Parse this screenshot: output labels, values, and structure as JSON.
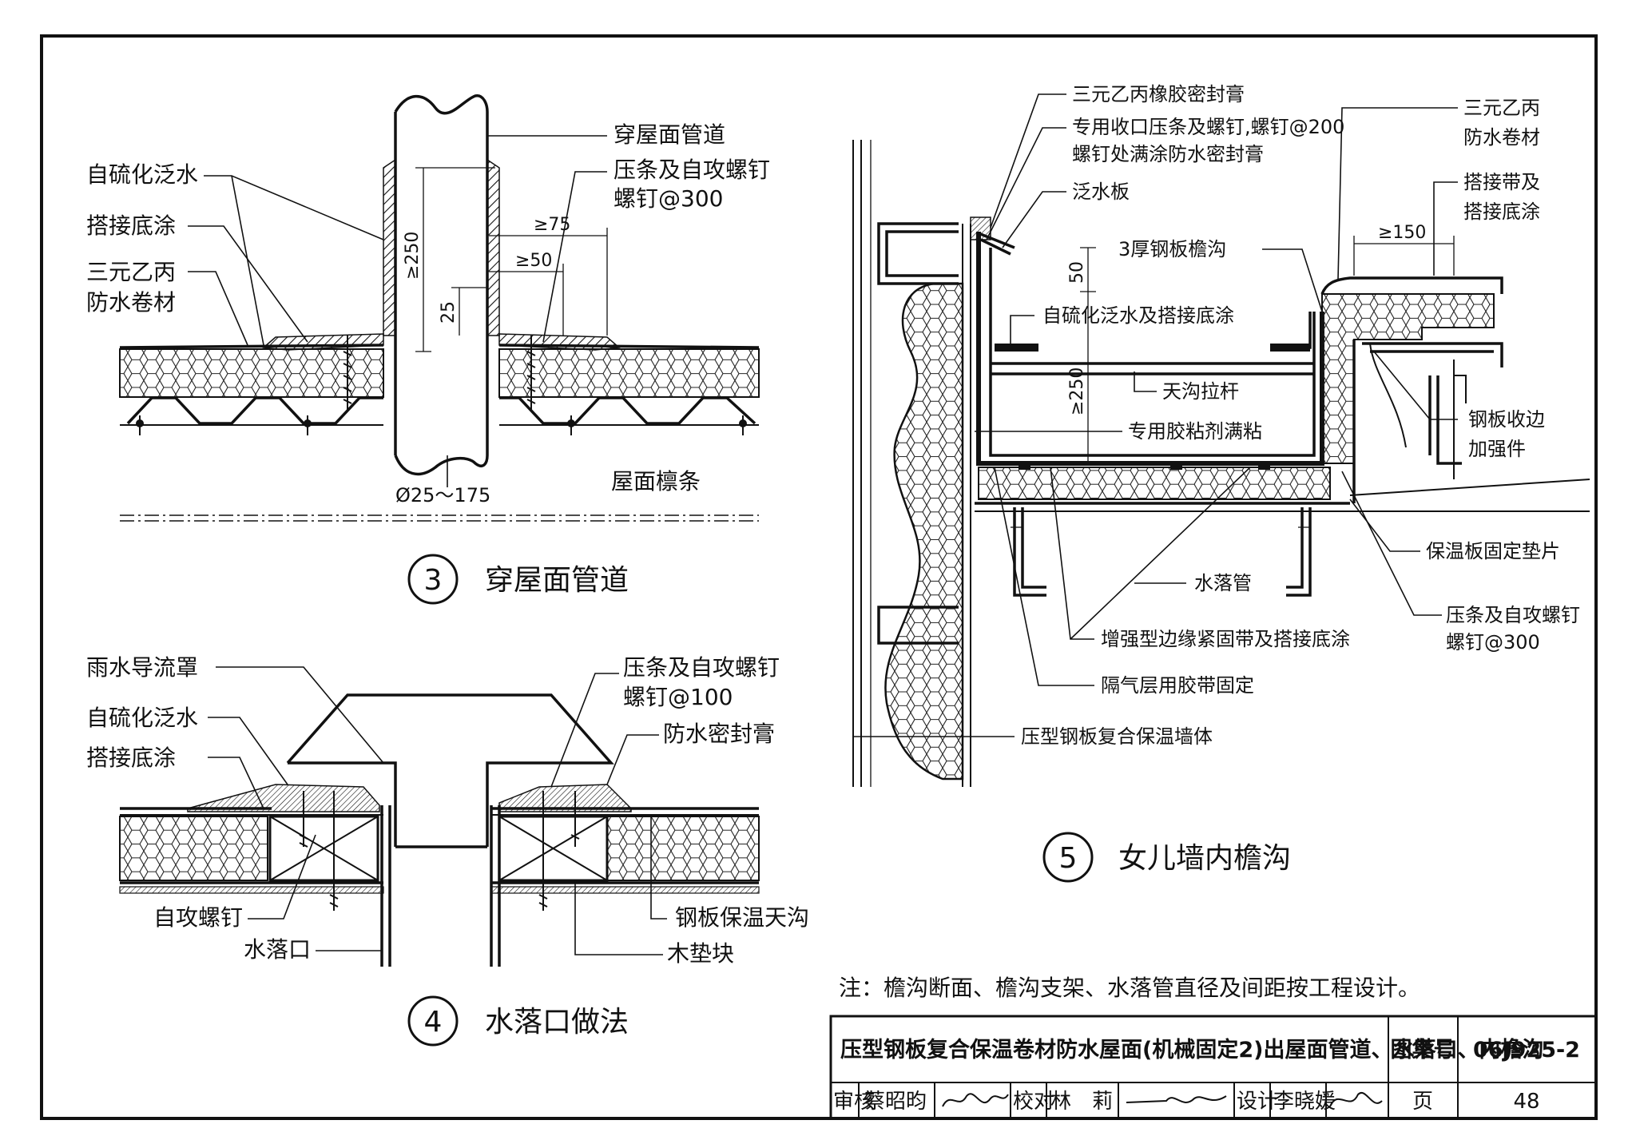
{
  "detail3": {
    "circle_no": "3",
    "title": "穿屋面管道",
    "labels": {
      "pipe": "穿屋面管道",
      "flashing": "自硫化泛水",
      "primer": "搭接底涂",
      "membrane_1": "三元乙丙",
      "membrane_2": "防水卷材",
      "bar_1": "压条及自攻螺钉",
      "bar_2": "螺钉@300",
      "purlin": "屋面檩条",
      "diameter": "Ø25～175"
    },
    "dims": {
      "d250": "≥250",
      "d25": "25",
      "d75": "≥75",
      "d50": "≥50"
    }
  },
  "detail4": {
    "circle_no": "4",
    "title": "水落口做法",
    "labels": {
      "cover": "雨水导流罩",
      "flashing": "自硫化泛水",
      "primer": "搭接底涂",
      "bar_1": "压条及自攻螺钉",
      "bar_2": "螺钉@100",
      "sealant": "防水密封膏",
      "screw": "自攻螺钉",
      "outlet": "水落口",
      "gutter": "钢板保温天沟",
      "block": "木垫块"
    }
  },
  "detail5": {
    "circle_no": "5",
    "title": "女儿墙内檐沟",
    "labels": {
      "epdm_sealant": "三元乙丙橡胶密封膏",
      "strip_1": "专用收口压条及螺钉,螺钉@200",
      "strip_2": "螺钉处满涂防水密封膏",
      "flashing_board": "泛水板",
      "gutter_3mm": "3厚钢板檐沟",
      "flashing_primer": "自硫化泛水及搭接底涂",
      "tie_rod": "天沟拉杆",
      "adhesive": "专用胶粘剂满粘",
      "downpipe": "水落管",
      "reinforced_tape": "增强型边缘紧固带及搭接底涂",
      "vapor_tape": "隔气层用胶带固定",
      "wall": "压型钢板复合保温墙体",
      "membrane_1": "三元乙丙",
      "membrane_2": "防水卷材",
      "lap_1": "搭接带及",
      "lap_2": "搭接底涂",
      "edge_1": "钢板收边",
      "edge_2": "加强件",
      "washer": "保温板固定垫片",
      "bar_1": "压条及自攻螺钉",
      "bar_2": "螺钉@300"
    },
    "dims": {
      "d50": "50",
      "d250": "≥250",
      "d150": "≥150"
    }
  },
  "note": "注：檐沟断面、檐沟支架、水落管直径及间距按工程设计。",
  "title_block": {
    "title": "压型钢板复合保温卷材防水屋面(机械固定2)出屋面管道、水落口、内檐沟",
    "atlas_label": "图集号",
    "atlas_no": "06J925-2",
    "review_label": "审核",
    "review_name": "蔡昭昀",
    "check_label": "校对",
    "check_name": "林　莉",
    "design_label": "设计",
    "design_name": "李晓媛",
    "page_label": "页",
    "page_no": "48"
  }
}
